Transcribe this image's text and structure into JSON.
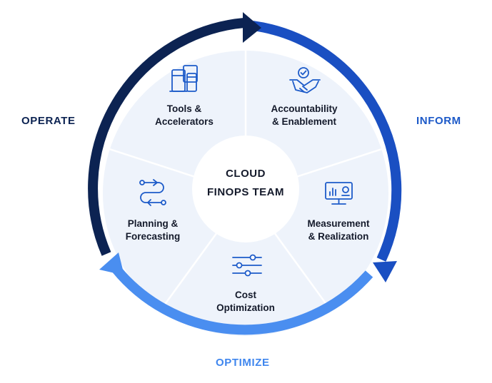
{
  "center": {
    "line1": "CLOUD",
    "line2": "FINOPS TEAM"
  },
  "phases": {
    "operate": "OPERATE",
    "inform": "INFORM",
    "optimize": "OPTIMIZE"
  },
  "segments": [
    {
      "line1": "Tools &",
      "line2": "Accelerators",
      "icon": "devices-icon"
    },
    {
      "line1": "Accountability",
      "line2": "& Enablement",
      "icon": "handshake-check-icon"
    },
    {
      "line1": "Measurement",
      "line2": "& Realization",
      "icon": "dashboard-monitor-icon"
    },
    {
      "line1": "Cost",
      "line2": "Optimization",
      "icon": "sliders-icon"
    },
    {
      "line1": "Planning &",
      "line2": "Forecasting",
      "icon": "flow-path-icon"
    }
  ],
  "colors": {
    "operate_arc": "#0c2352",
    "inform_arc": "#1a4fc2",
    "optimize_arc": "#4a8ef0",
    "segment_fill": "#eef3fb",
    "center_fill": "#ffffff",
    "icon_stroke": "#1d5bc9"
  }
}
